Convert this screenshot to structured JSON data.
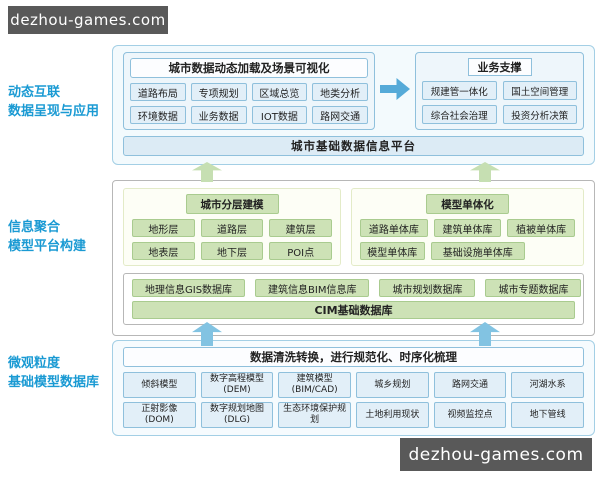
{
  "watermarks": {
    "top": "dezhou-games.com",
    "bottom": "dezhou-games.com"
  },
  "colors": {
    "accent_blue": "#1a9ad3",
    "blue_box_border": "#8fc0dc",
    "blue_box_fill": "#e2eff8",
    "green_box_fill": "#cde2b6",
    "green_box_border": "#a9cb8f",
    "arrow_green": "#c6dfb2",
    "arrow_blue": "#82c3e2",
    "arrow_horizontal": "#55aad8",
    "watermark_bg": "#595959"
  },
  "sections": {
    "app": {
      "label_line1": "动态互联",
      "label_line2": "数据呈现与应用",
      "viz": {
        "title": "城市数据动态加载及场景可视化",
        "rows": [
          [
            "道路布局",
            "专项规划",
            "区域总览",
            "地类分析"
          ],
          [
            "环境数据",
            "业务数据",
            "IOT数据",
            "路网交通"
          ]
        ]
      },
      "support": {
        "title": "业务支撑",
        "rows": [
          [
            "规建管一体化",
            "国土空间管理"
          ],
          [
            "综合社会治理",
            "投资分析决策"
          ]
        ]
      },
      "platform_bar": "城市基础数据信息平台"
    },
    "model": {
      "label_line1": "信息聚合",
      "label_line2": "模型平台构建",
      "layers": {
        "title": "城市分层建模",
        "rows": [
          [
            "地形层",
            "道路层",
            "建筑层"
          ],
          [
            "地表层",
            "地下层",
            "POI点"
          ]
        ]
      },
      "monomer": {
        "title": "模型单体化",
        "rows": [
          [
            "道路单体库",
            "建筑单体库",
            "植被单体库"
          ],
          [
            "模型单体库",
            "基础设施单体库"
          ]
        ]
      },
      "databases": [
        "地理信息GIS数据库",
        "建筑信息BIM信息库",
        "城市规划数据库",
        "城市专题数据库"
      ],
      "cim_bar": "CIM基础数据库"
    },
    "source": {
      "label_line1": "微观粒度",
      "label_line2": "基础模型数据库",
      "title_bar": "数据清洗转换，进行规范化、时序化梳理",
      "rows": [
        [
          "倾斜模型",
          "数字高程模型\n(DEM)",
          "建筑模型\n(BIM/CAD)",
          "城乡规划",
          "路网交通",
          "河湖水系"
        ],
        [
          "正射影像\n(DOM)",
          "数字规划地图\n(DLG)",
          "生态环境保护规划",
          "土地利用现状",
          "视频监控点",
          "地下管线"
        ]
      ]
    }
  }
}
